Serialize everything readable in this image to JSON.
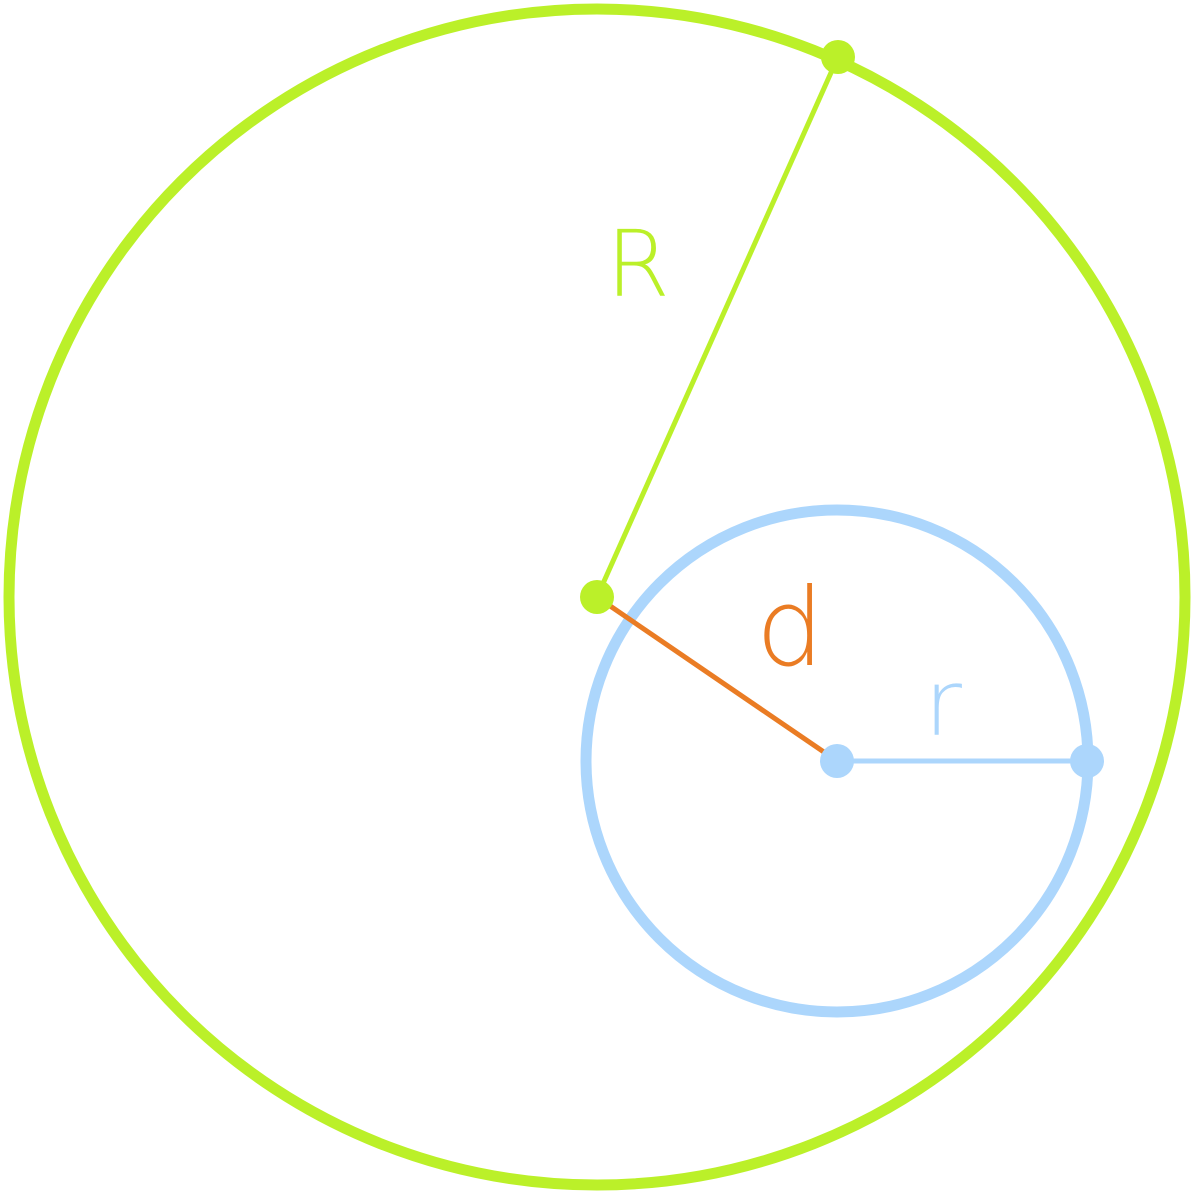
{
  "labels": {
    "big_radius": "R",
    "distance": "d",
    "small_radius": "r"
  },
  "colors": {
    "big_circle": "#bbf029",
    "small_circle": "#acd6fc",
    "distance_segment": "#ea7c24",
    "background": "#ffffff"
  }
}
